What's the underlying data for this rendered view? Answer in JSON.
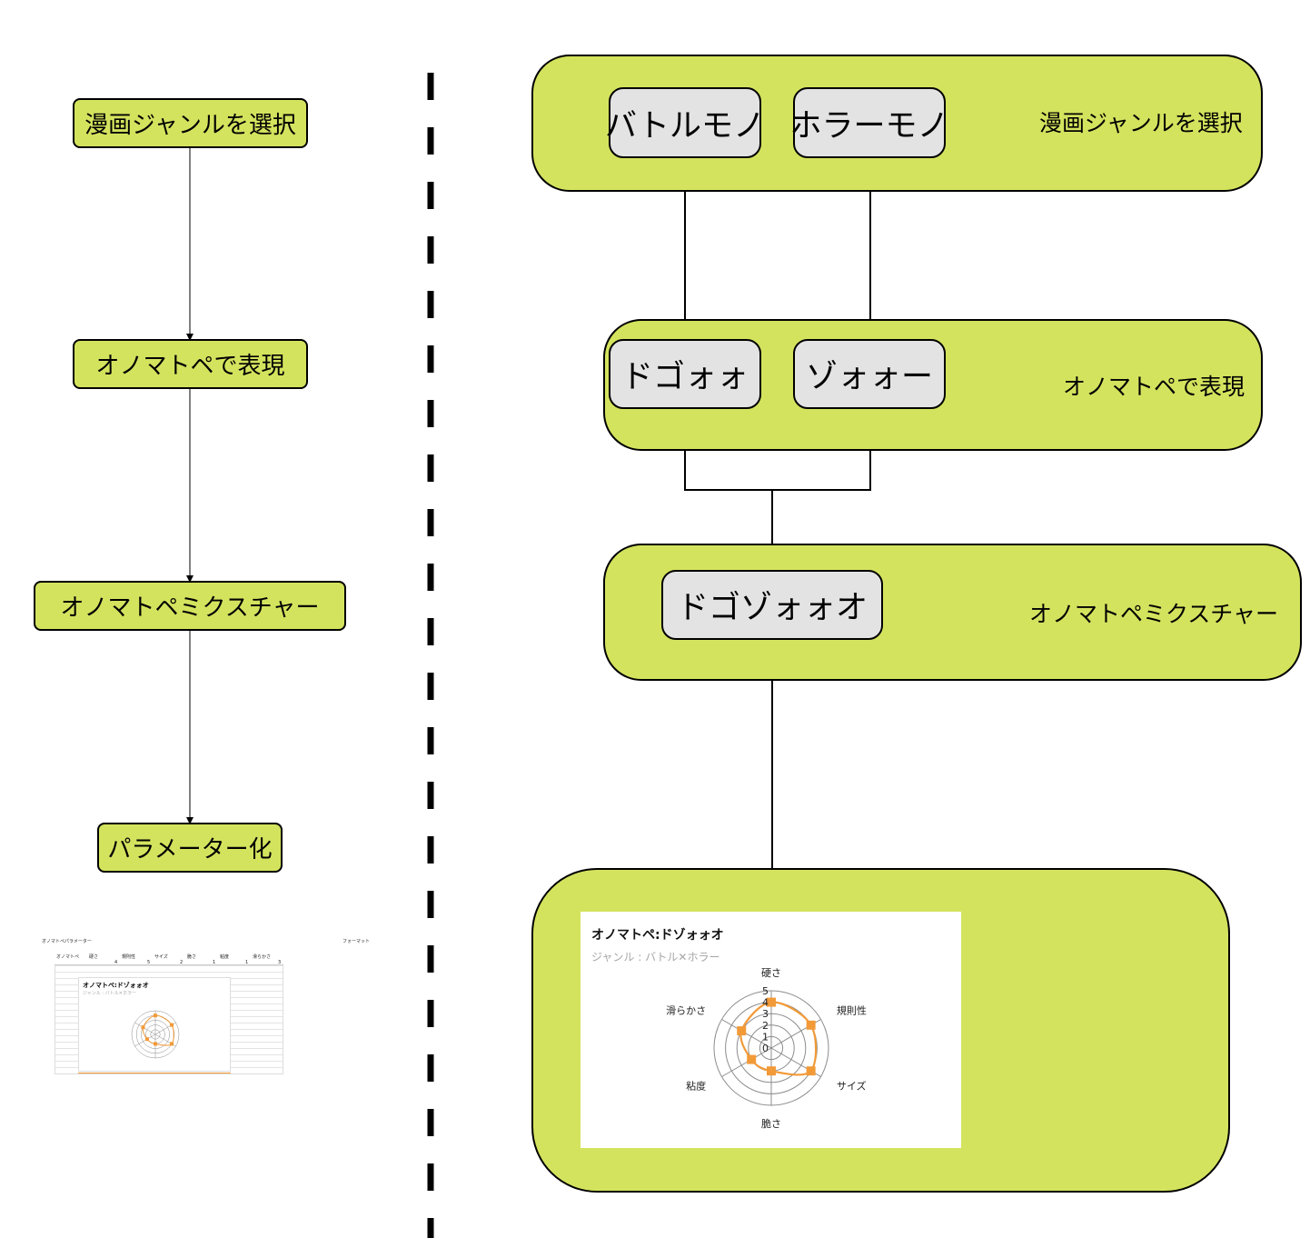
{
  "flow_left": {
    "steps": [
      "漫画ジャンルを選択",
      "オノマトペで表現",
      "オノマトペミクスチャー",
      "パラメーター化"
    ]
  },
  "flow_right": {
    "lanes": [
      {
        "label": "漫画ジャンルを選択",
        "nodes": [
          "バトルモノ",
          "ホラーモノ"
        ]
      },
      {
        "label": "オノマトペで表現",
        "nodes": [
          "ドゴォォ",
          "ゾォォー"
        ]
      },
      {
        "label": "オノマトペミクスチャー",
        "nodes": [
          "ドゴゾォォオ"
        ]
      }
    ]
  },
  "chart_data": {
    "type": "radar",
    "title": "オノマトペ:ドゾォォオ",
    "subtitle": "ジャンル : バトル✕ホラー",
    "axes": [
      "硬さ",
      "規則性",
      "サイズ",
      "脆さ",
      "粘度",
      "滑らかさ"
    ],
    "ticks": [
      "0",
      "1",
      "2",
      "3",
      "4",
      "5"
    ],
    "range": [
      0,
      5
    ],
    "values": [
      4,
      4,
      4,
      2,
      2,
      3
    ],
    "color": "#f29a38",
    "grid": true
  },
  "thumbnail": {
    "sheet_title": "オノマトペパラメーター",
    "format_label": "フォーマット",
    "headers": [
      "オノマトペ",
      "硬さ",
      "規則性",
      "サイズ",
      "脆さ",
      "粘度",
      "滑らかさ"
    ],
    "row_values": [
      "4",
      "5",
      "2",
      "1",
      "1",
      "3"
    ],
    "chart_title": "オノマトペ:ドゾォォオ",
    "chart_sub": "ジャンル : バトル✕ホラー"
  },
  "colors": {
    "box_fill": "#d4e35e",
    "node_fill": "#e3e3e3",
    "accent": "#f29a38"
  }
}
